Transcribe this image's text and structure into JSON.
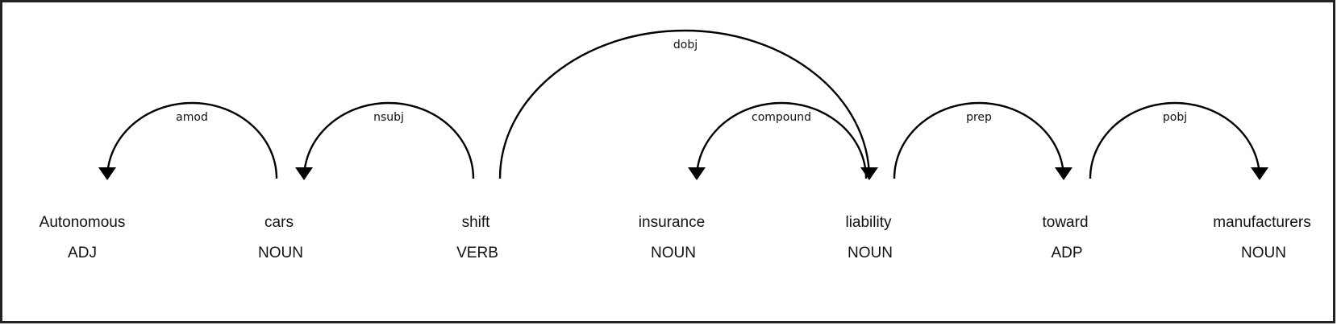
{
  "tokens": [
    {
      "word": "Autonomous",
      "tag": "ADJ"
    },
    {
      "word": "cars",
      "tag": "NOUN"
    },
    {
      "word": "shift",
      "tag": "VERB"
    },
    {
      "word": "insurance",
      "tag": "NOUN"
    },
    {
      "word": "liability",
      "tag": "NOUN"
    },
    {
      "word": "toward",
      "tag": "ADP"
    },
    {
      "word": "manufacturers",
      "tag": "NOUN"
    }
  ],
  "arcs": [
    {
      "label": "amod",
      "from": 1,
      "to": 0
    },
    {
      "label": "nsubj",
      "from": 2,
      "to": 1
    },
    {
      "label": "dobj",
      "from": 2,
      "to": 4
    },
    {
      "label": "compound",
      "from": 4,
      "to": 3
    },
    {
      "label": "prep",
      "from": 4,
      "to": 5
    },
    {
      "label": "pobj",
      "from": 5,
      "to": 6
    }
  ]
}
